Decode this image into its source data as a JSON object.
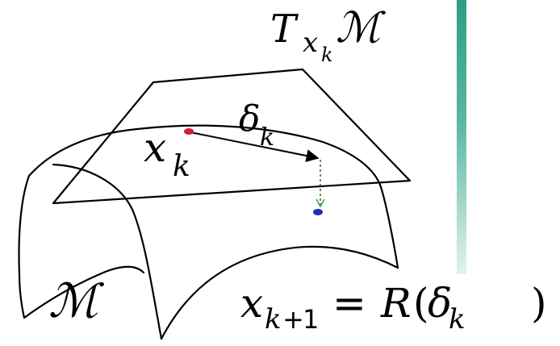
{
  "labels": {
    "tangent_space": {
      "base": "T",
      "sub_base": "x",
      "sub_sub": "k",
      "space": "ℳ"
    },
    "point": {
      "base": "x",
      "sub": "k"
    },
    "step": {
      "base": "δ",
      "sub": "k"
    },
    "manifold": "ℳ",
    "retraction": {
      "lhs_base": "x",
      "lhs_sub_var": "k",
      "lhs_sub_op": "+",
      "lhs_sub_num": "1",
      "equals": "=",
      "rhs_fn": "R",
      "rhs_open": "(",
      "rhs_arg_base": "δ",
      "rhs_arg_sub": "k",
      "rhs_close": ")"
    }
  },
  "colors": {
    "stroke": "#000000",
    "point_xk": "#d0213a",
    "point_retracted": "#1f2fb8",
    "projection_tip": "#3aaa4a",
    "accent_bar_top": "#2e9e86",
    "accent_bar_bottom": "#e3f2ee"
  }
}
